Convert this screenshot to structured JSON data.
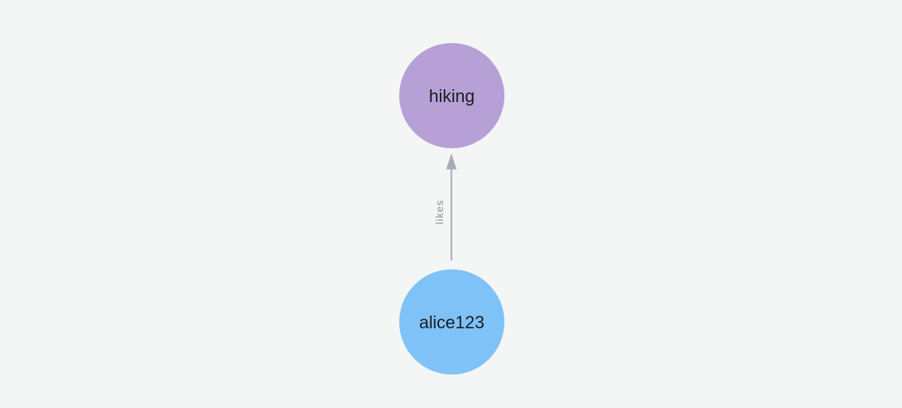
{
  "canvas": {
    "background": "#f4f5f5"
  },
  "graph": {
    "nodes": [
      {
        "label": "hiking",
        "fill": "#b6a0d6",
        "label_color": "#1b1d20"
      },
      {
        "label": "alice123",
        "fill": "#7ec2f8",
        "label_color": "#1b1d20"
      }
    ],
    "edge": {
      "label": "likes",
      "from": "alice123",
      "to": "hiking",
      "color": "#a9abb4",
      "label_color": "#8d9097"
    }
  }
}
